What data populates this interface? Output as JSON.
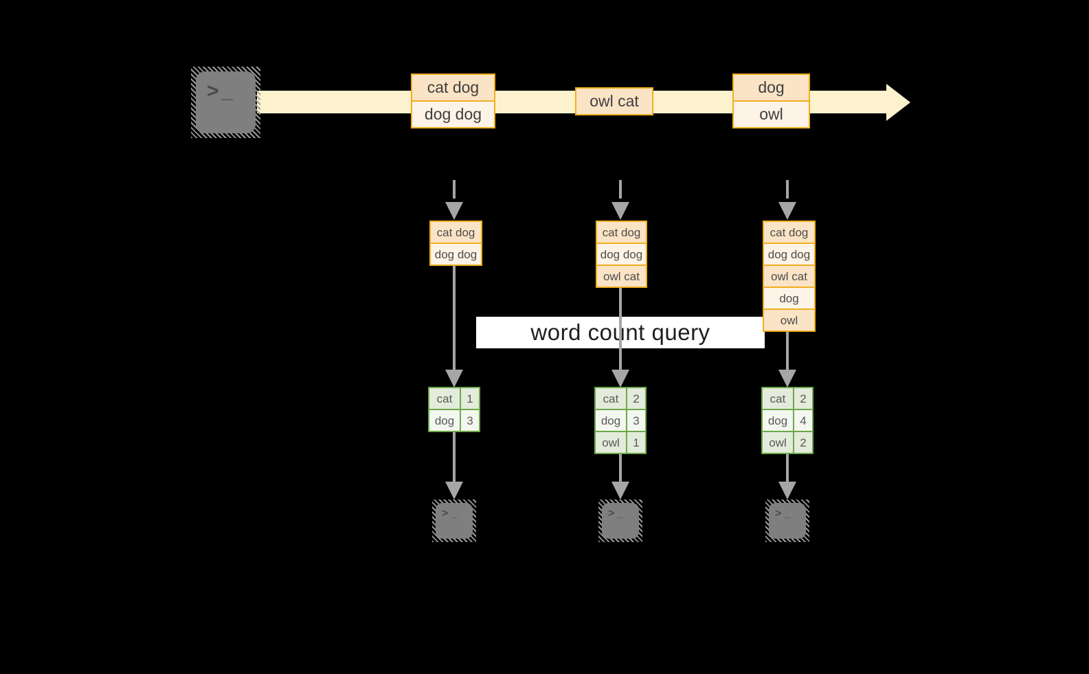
{
  "query": {
    "label": "word count query"
  },
  "terminal": {
    "prompt": ">",
    "cursor": "_"
  },
  "stream": {
    "events": [
      {
        "lines": [
          "cat dog",
          "dog dog"
        ]
      },
      {
        "lines": [
          "owl cat"
        ]
      },
      {
        "lines": [
          "dog",
          "owl"
        ]
      }
    ]
  },
  "columns": [
    {
      "state": [
        "cat dog",
        "dog dog"
      ],
      "counts": [
        {
          "word": "cat",
          "count": "1"
        },
        {
          "word": "dog",
          "count": "3"
        }
      ]
    },
    {
      "state": [
        "cat dog",
        "dog dog",
        "owl cat"
      ],
      "counts": [
        {
          "word": "cat",
          "count": "2"
        },
        {
          "word": "dog",
          "count": "3"
        },
        {
          "word": "owl",
          "count": "1"
        }
      ]
    },
    {
      "state": [
        "cat dog",
        "dog dog",
        "owl cat",
        "dog",
        "owl"
      ],
      "counts": [
        {
          "word": "cat",
          "count": "2"
        },
        {
          "word": "dog",
          "count": "4"
        },
        {
          "word": "owl",
          "count": "2"
        }
      ]
    }
  ],
  "colors": {
    "bg": "#000000",
    "gold": "#f0af1e",
    "peach": "#fbe4c6",
    "cream": "#fdf3e6",
    "stream_yellow": "#fcf2ce",
    "green": "#6ca848",
    "green_dark": "#e3ebda",
    "green_light": "#f3f7f0",
    "gray": "#a6a6a6",
    "terminal_gray": "#7f7f7f"
  }
}
